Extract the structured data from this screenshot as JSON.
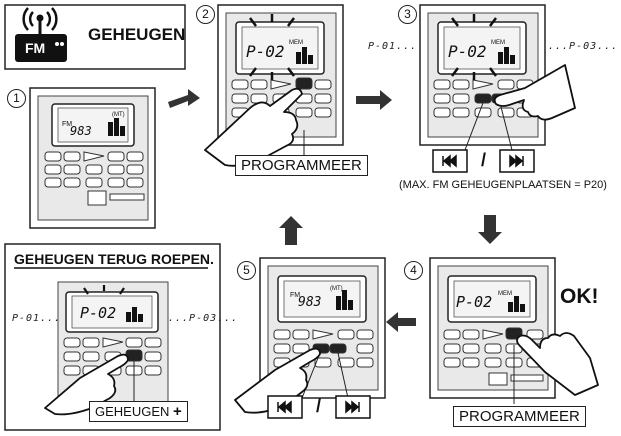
{
  "header": {
    "title": "GEHEUGEN",
    "icon_text": "FM"
  },
  "steps": [
    {
      "number": "1",
      "display": {
        "band": "FM",
        "freq": "983",
        "mode": "(MT)"
      }
    },
    {
      "number": "2",
      "display": {
        "channel": "P-02",
        "mode": "MEM"
      },
      "label": "PROGRAMMEER"
    },
    {
      "number": "3",
      "display": {
        "channel": "P-02",
        "mode": "MEM"
      },
      "left_seq": "P-01...",
      "right_seq": "...P-03...",
      "separator": "/",
      "note": "(MAX. FM GEHEUGENPLAATSEN = P20)"
    },
    {
      "number": "4",
      "display": {
        "channel": "P-02",
        "mode": "MEM"
      },
      "confirm": "OK!",
      "label": "PROGRAMMEER"
    },
    {
      "number": "5",
      "display": {
        "band": "FM",
        "freq": "983",
        "mode": "(MT)"
      },
      "separator": "/"
    }
  ],
  "recall": {
    "title": "GEHEUGEN TERUG ROEPEN.",
    "display": {
      "channel": "P-02"
    },
    "left_seq": "P-01...",
    "right_seq": "...P-03...",
    "button_label": "GEHEUGEN",
    "plus": "+"
  },
  "icons": [
    "radio-signal-icon",
    "prev-track-icon",
    "next-track-icon",
    "pointing-hand-icon",
    "arrow-icon"
  ]
}
